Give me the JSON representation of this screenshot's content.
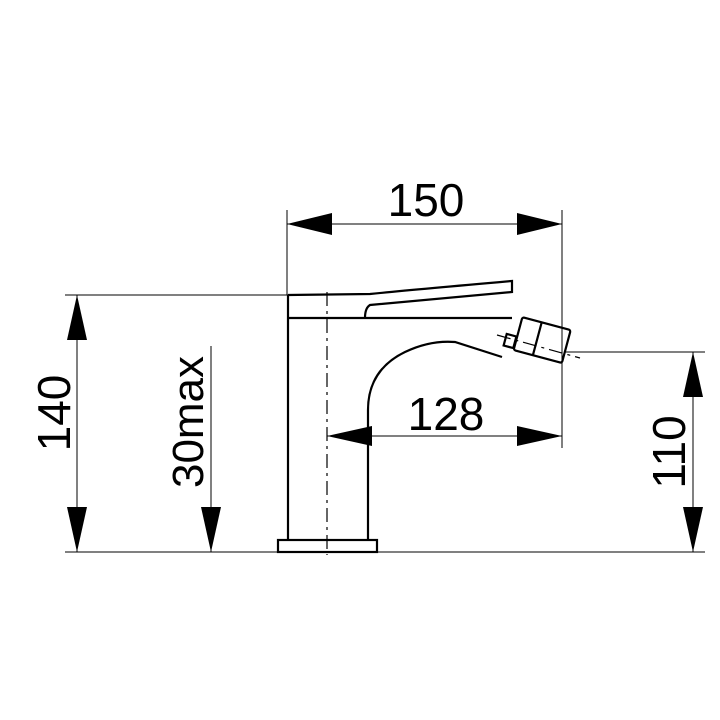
{
  "drawing": {
    "subject": "bidet mixer faucet side elevation",
    "units": "mm",
    "line_color": "#000000",
    "background": "#ffffff"
  },
  "dimensions": {
    "overall_length": {
      "label": "150",
      "orientation": "horizontal"
    },
    "spout_reach": {
      "label": "128",
      "orientation": "horizontal"
    },
    "overall_height": {
      "label": "140",
      "orientation": "vertical"
    },
    "deck_thickness": {
      "label": "30max",
      "orientation": "vertical"
    },
    "outlet_height": {
      "label": "110",
      "orientation": "vertical"
    }
  }
}
